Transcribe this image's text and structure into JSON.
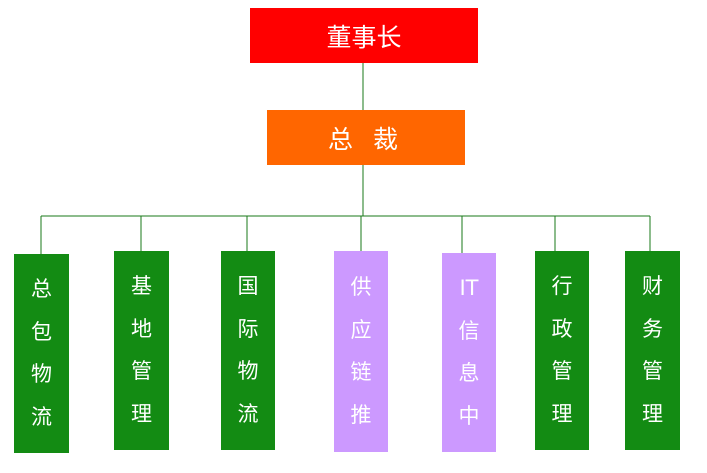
{
  "colors": {
    "chairman": "#ff0000",
    "president": "#ff6600",
    "dept_green": "#138b13",
    "dept_purple": "#cc99ff",
    "line": "#1a7a1a"
  },
  "chairman": {
    "label": "董事长"
  },
  "president": {
    "label": "总 裁"
  },
  "departments": [
    {
      "chars": [
        "总",
        "包",
        "物",
        "流"
      ],
      "color": "green"
    },
    {
      "chars": [
        "基",
        "地",
        "管",
        "理"
      ],
      "color": "green"
    },
    {
      "chars": [
        "国",
        "际",
        "物",
        "流"
      ],
      "color": "green"
    },
    {
      "chars": [
        "供",
        "应",
        "链",
        "推"
      ],
      "color": "purple"
    },
    {
      "chars": [
        "IT",
        "信",
        "息",
        "中"
      ],
      "color": "purple"
    },
    {
      "chars": [
        "行",
        "政",
        "管",
        "理"
      ],
      "color": "green"
    },
    {
      "chars": [
        "财",
        "务",
        "管",
        "理"
      ],
      "color": "green"
    }
  ]
}
